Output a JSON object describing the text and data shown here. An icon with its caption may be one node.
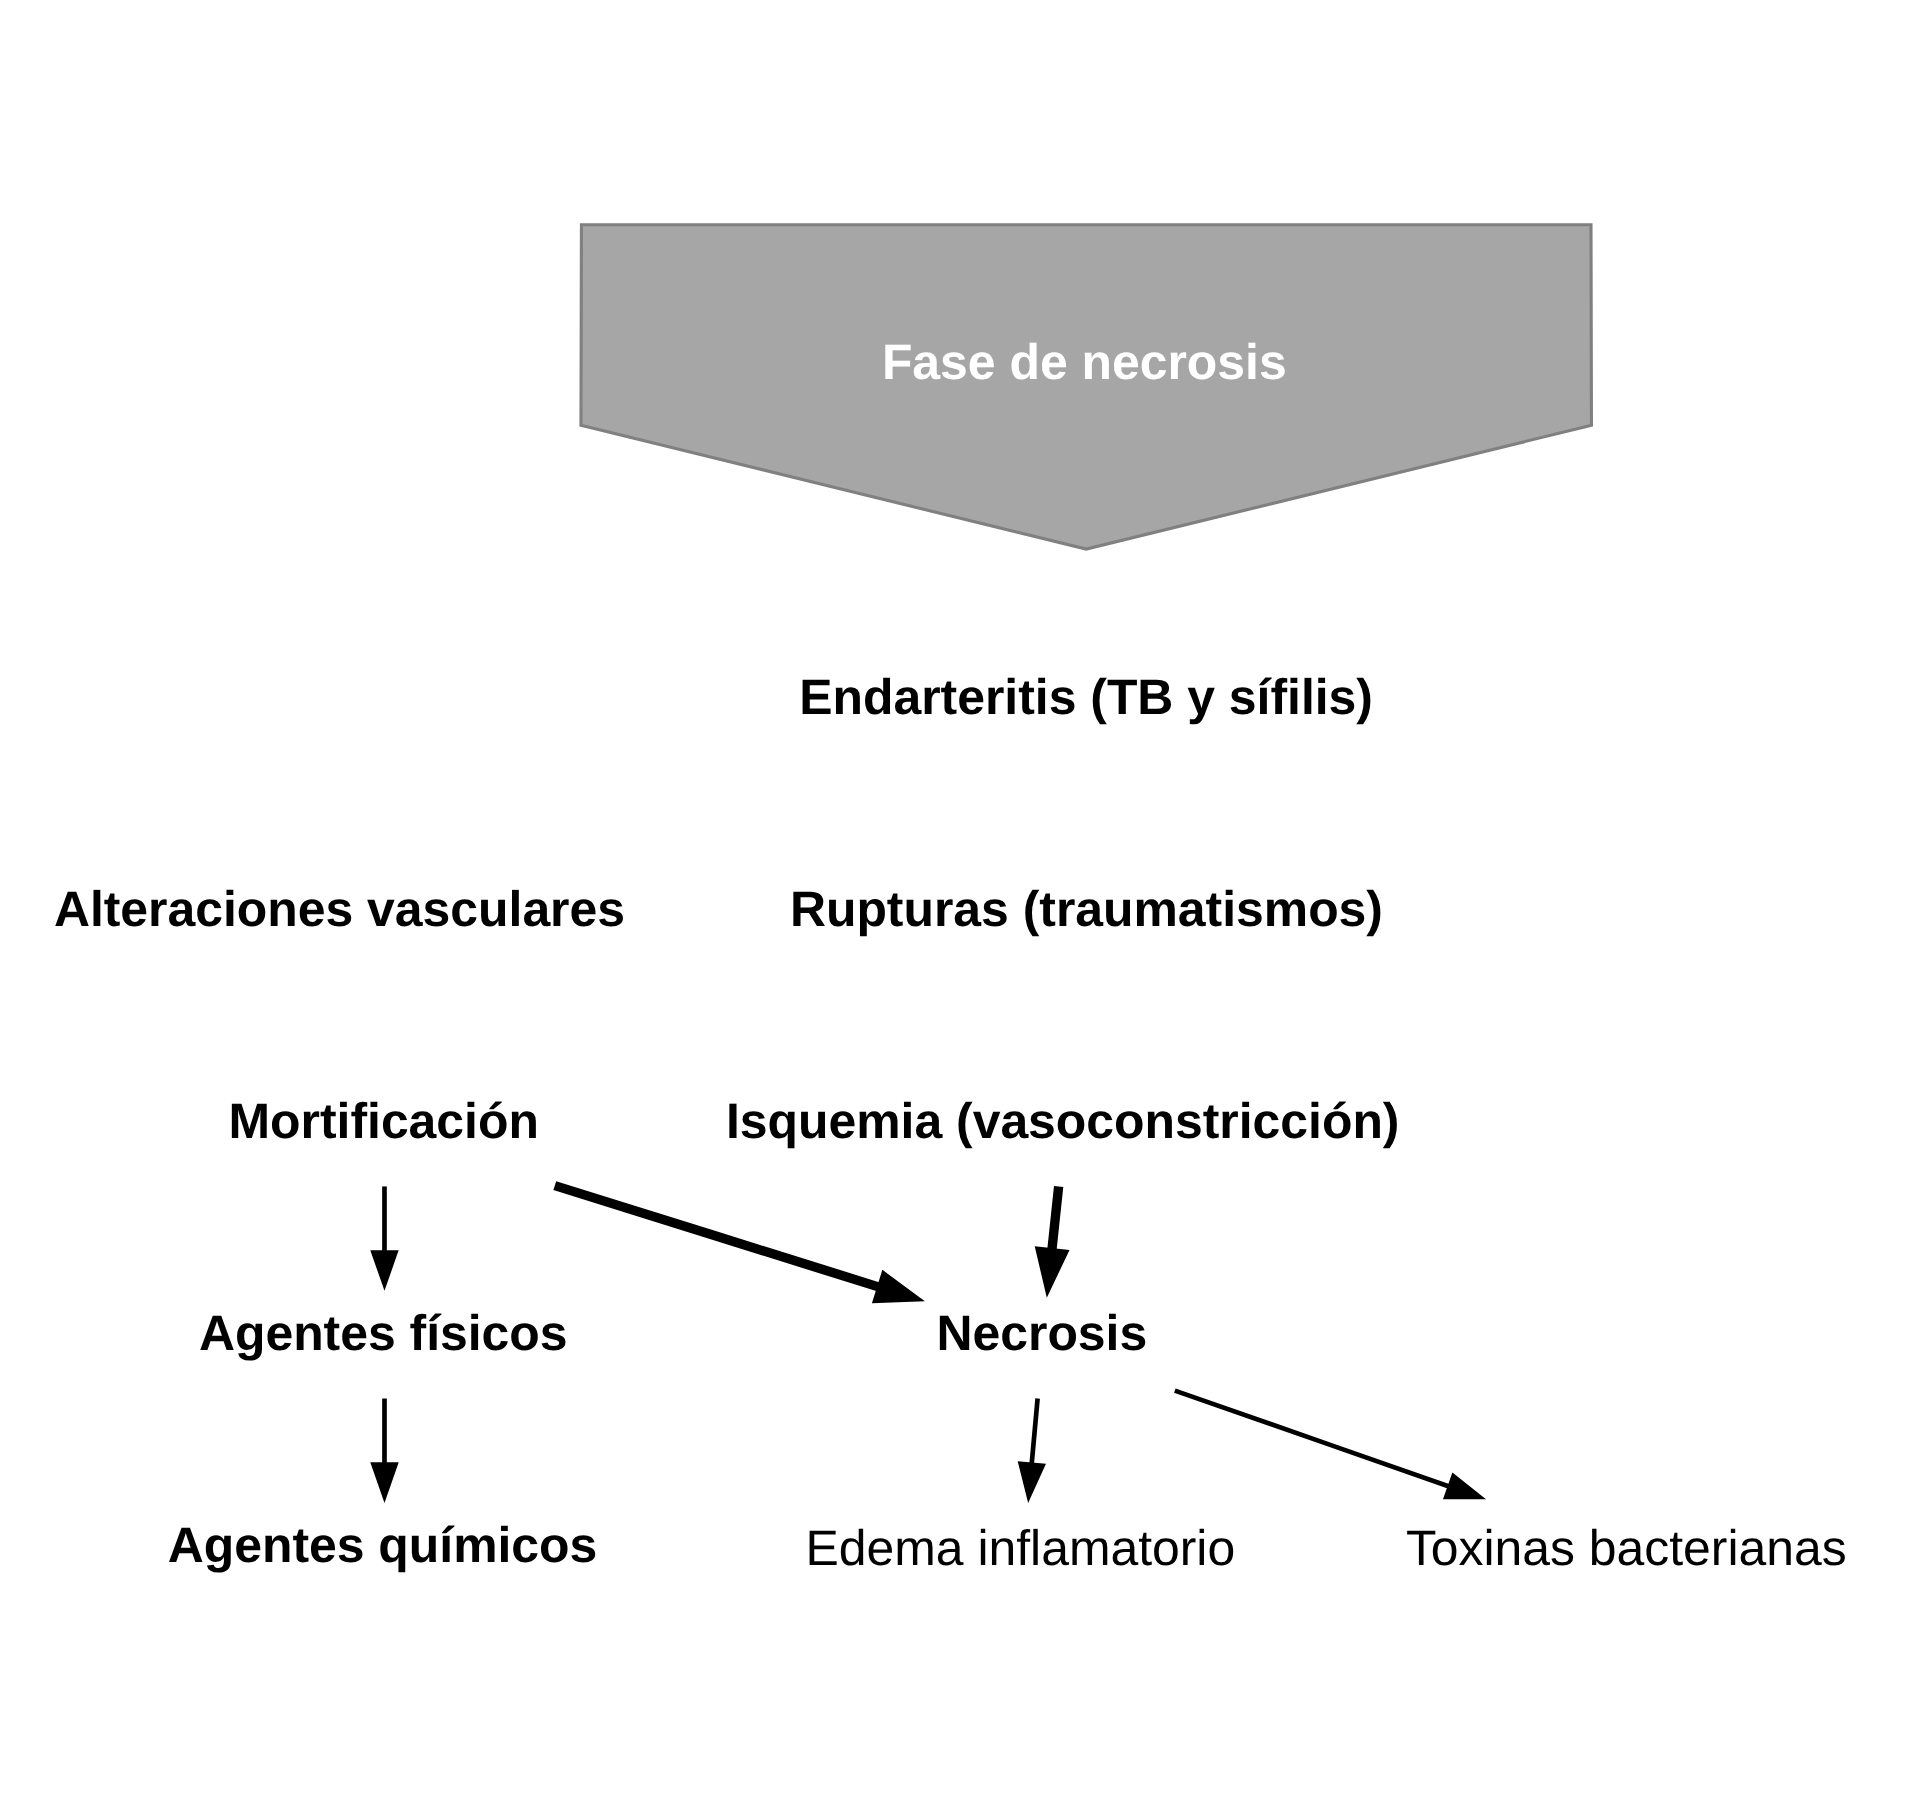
{
  "diagram": {
    "nodes": [
      {
        "text": [
          "Fase de necrosis"
        ]
      },
      {
        "text": [
          "Alteraciones vasculares"
        ]
      },
      {
        "text": [
          "Endarteritis (TB y sífilis)"
        ]
      },
      {
        "text": [
          "Rupturas (traumatismos)"
        ]
      },
      {
        "text": [
          "Isquemia (vasoconstricción)"
        ]
      },
      {
        "text": [
          "Mortificación"
        ]
      },
      {
        "text": [
          "Agentes físicos"
        ]
      },
      {
        "text": [
          "Agentes químicos"
        ]
      },
      {
        "text": [
          "Necrosis"
        ]
      },
      {
        "text": [
          "Edema inflamatorio"
        ]
      },
      {
        "text": [
          "Toxinas bacterianas"
        ]
      }
    ],
    "edges": [
      {
        "from": 5,
        "to": 6,
        "arrow": "to"
      },
      {
        "from": 6,
        "to": 7,
        "arrow": "to"
      },
      {
        "from": 5,
        "to": 8,
        "arrow": "to",
        "style": "thick"
      },
      {
        "from": 4,
        "to": 8,
        "arrow": "to",
        "style": "thick"
      },
      {
        "from": 8,
        "to": 9,
        "arrow": "to"
      },
      {
        "from": 8,
        "to": 10,
        "arrow": "to"
      }
    ]
  }
}
